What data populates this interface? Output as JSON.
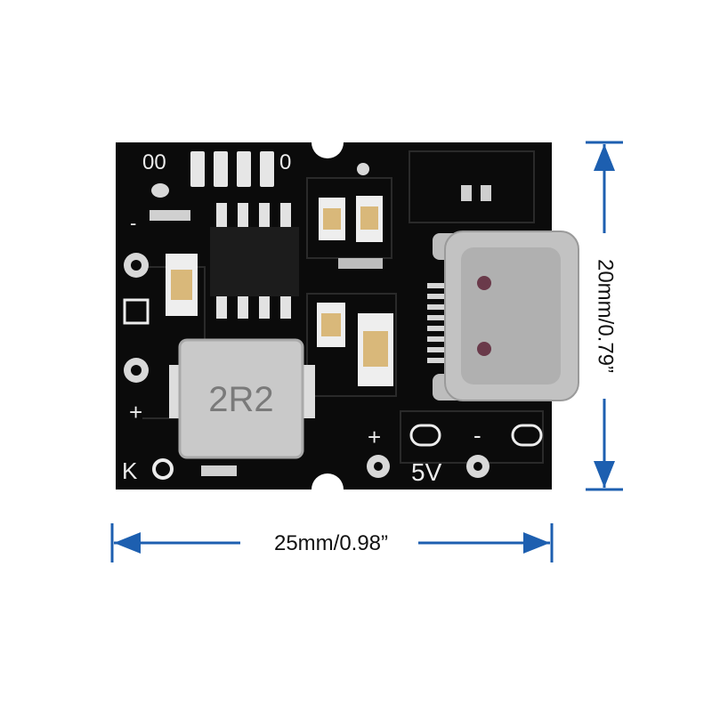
{
  "colors": {
    "background": "#ffffff",
    "pcb": "#0b0b0b",
    "silkscreen": "#ececec",
    "dimension_line": "#1d5fb0",
    "inductor": "#c9c9c9",
    "usb_metal": "#bfbfbf",
    "pad_tin": "#d8d8d8",
    "capacitor": "#d9b87a"
  },
  "dimensions": {
    "width_label": "25mm/0.98”",
    "height_label": "20mm/0.79”"
  },
  "board": {
    "top_marking_left": "00",
    "top_marking_right": "0",
    "inductor_marking": "2R2",
    "label_k": "K",
    "label_5v": "5V",
    "label_plus_left": "+",
    "label_minus_left": "-",
    "label_plus_right": "+",
    "label_minus_right": "-"
  }
}
